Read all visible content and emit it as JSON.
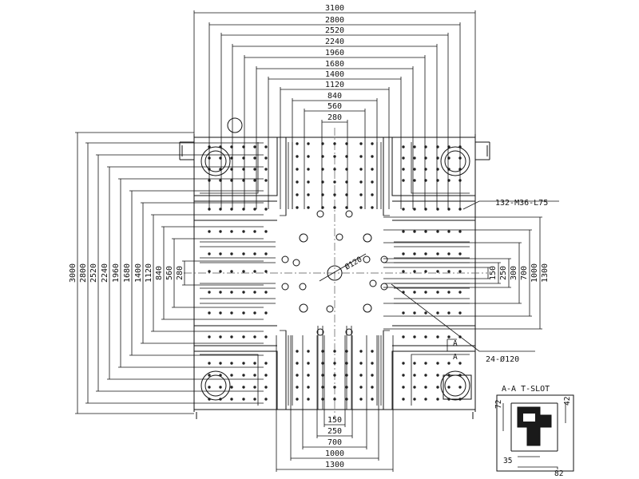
{
  "dimensions": {
    "top": [
      "3100",
      "2800",
      "2520",
      "2240",
      "1960",
      "1680",
      "1400",
      "1120",
      "840",
      "560",
      "280"
    ],
    "left": [
      "3000",
      "2800",
      "2520",
      "2240",
      "1960",
      "1680",
      "1400",
      "1120",
      "840",
      "560",
      "280"
    ],
    "bottom": [
      "150",
      "250",
      "700",
      "1000",
      "1300"
    ],
    "right": [
      "150",
      "250",
      "300",
      "700",
      "1000",
      "1300"
    ]
  },
  "callouts": {
    "tapped_holes": "132-M36-L75",
    "bolt_holes": "24-Ø120",
    "center_hole": "Ø120",
    "section_mark": "A"
  },
  "detail": {
    "title": "A-A  T-SLOT",
    "dims": [
      "72",
      "42",
      "35",
      "82"
    ]
  }
}
